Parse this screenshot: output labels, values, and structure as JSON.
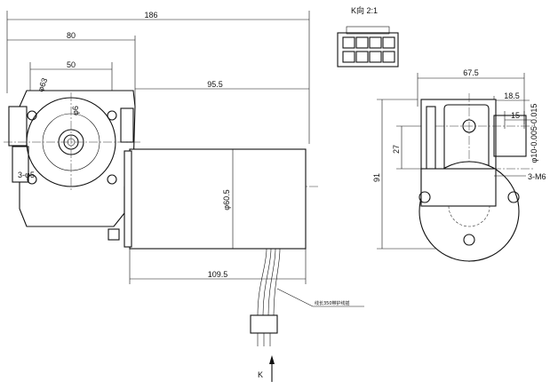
{
  "view_title": "K向 2:1",
  "arrow_label": "K",
  "cable_note": "线长350带护线插",
  "dims": {
    "overall_length": "186",
    "gearbox_width": "80",
    "bolt_spacing": "50",
    "motor_length": "95.5",
    "motor_length_total": "109.5",
    "motor_diameter": "φ60.5",
    "bolt_circle": "φ63",
    "shaft_dia": "φ6",
    "holes": "3-φ5",
    "side_width": "67.5",
    "side_offset": "18.5",
    "shaft_len": "15",
    "height": "91",
    "mount_h": "27",
    "shaft_tol": "φ10-0.005-0.015",
    "thread": "3-M6"
  }
}
